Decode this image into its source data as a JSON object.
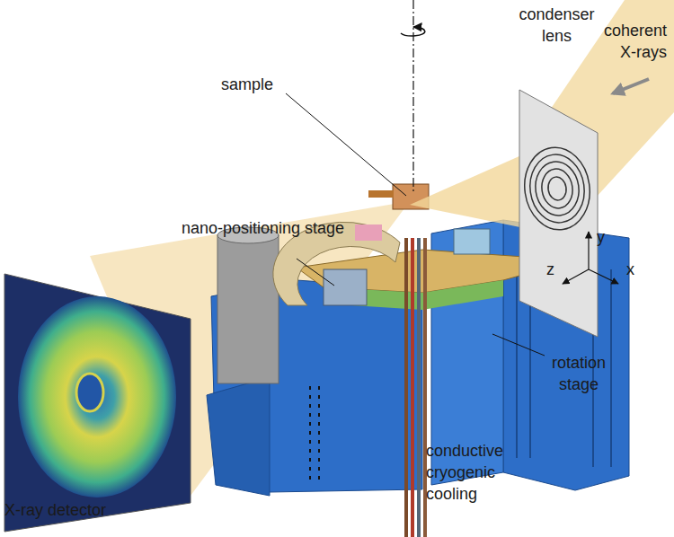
{
  "diagram": {
    "labels": [
      "condenser lens",
      "coherent X-rays",
      "sample",
      "nano-positioning stage",
      "rotation stage",
      "conductive cryogenic cooling",
      "X-ray detector",
      "y",
      "z",
      "x"
    ]
  }
}
